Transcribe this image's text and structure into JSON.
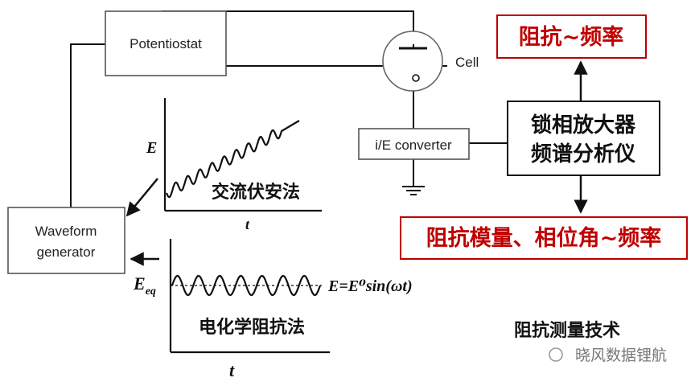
{
  "potentiostat": {
    "label": "Potentiostat"
  },
  "cell": {
    "label": "Cell"
  },
  "converter": {
    "label": "i/E converter"
  },
  "waveform": {
    "line1": "Waveform",
    "line2": "generator"
  },
  "lockin": {
    "line1": "锁相放大器",
    "line2": "频谱分析仪"
  },
  "outputs": {
    "top": "阻抗~频率",
    "bottom": "阻抗模量、相位角~频率"
  },
  "graph_ac": {
    "ylabel": "E",
    "xlabel": "t",
    "caption": "交流伏安法"
  },
  "graph_eis": {
    "ylabel_main": "E",
    "ylabel_sub": "eq",
    "xlabel": "t",
    "formula": "E=E⁰sin(ωt)",
    "caption": "电化学阻抗法"
  },
  "footer": {
    "title": "阻抗测量技术",
    "watermark": "晓风数据锂航"
  },
  "colors": {
    "line": "#111111",
    "box_border": "#555555",
    "red": "#c00000"
  }
}
